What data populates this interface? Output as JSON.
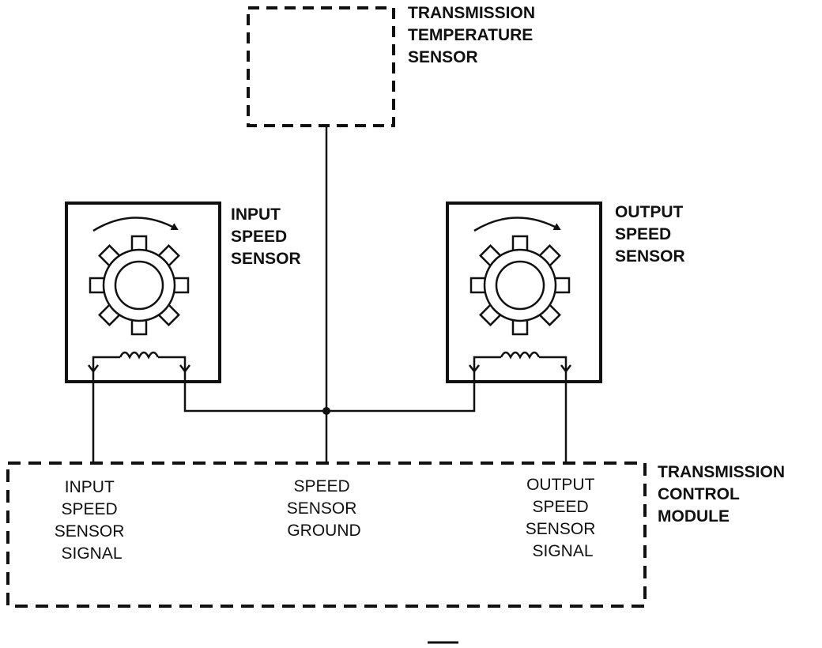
{
  "temperature_sensor": {
    "label": [
      "TRANSMISSION",
      "TEMPERATURE",
      "SENSOR"
    ]
  },
  "input_sensor": {
    "label": [
      "INPUT",
      "SPEED",
      "SENSOR"
    ],
    "gear_icon": "gear-icon",
    "rotation_icon": "rotation-arrow-icon",
    "coil_icon": "coil-icon"
  },
  "output_sensor": {
    "label": [
      "OUTPUT",
      "SPEED",
      "SENSOR"
    ],
    "gear_icon": "gear-icon",
    "rotation_icon": "rotation-arrow-icon",
    "coil_icon": "coil-icon"
  },
  "control_module": {
    "label": [
      "TRANSMISSION",
      "CONTROL",
      "MODULE"
    ],
    "terminals": {
      "input_signal": [
        "INPUT",
        "SPEED",
        "SENSOR",
        "SIGNAL"
      ],
      "ground": [
        "SPEED",
        "SENSOR",
        "GROUND"
      ],
      "output_signal": [
        "OUTPUT",
        "SPEED",
        "SENSOR",
        "SIGNAL"
      ]
    }
  },
  "colors": {
    "ink": "#111111",
    "background": "#ffffff"
  }
}
